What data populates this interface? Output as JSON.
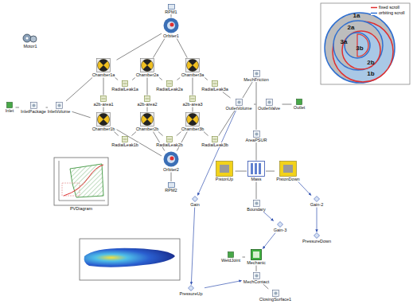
{
  "diagram": {
    "nodes": [
      {
        "text": [
          "Motor1"
        ]
      },
      {
        "text": [
          "RPM1"
        ]
      },
      {
        "text": [
          "Orbiter1"
        ]
      },
      {
        "text": [
          "Chamber1a"
        ]
      },
      {
        "text": [
          "Chamber2a"
        ]
      },
      {
        "text": [
          "Chamber3a"
        ]
      },
      {
        "text": [
          "RadialLeak1a"
        ]
      },
      {
        "text": [
          "RadialLeak2a"
        ]
      },
      {
        "text": [
          "RadialLeak3a"
        ]
      },
      {
        "text": [
          "a2b-area1"
        ]
      },
      {
        "text": [
          "a2b-area2"
        ]
      },
      {
        "text": [
          "a2b-area3"
        ]
      },
      {
        "text": [
          "Chamber1b"
        ]
      },
      {
        "text": [
          "Chamber2b"
        ]
      },
      {
        "text": [
          "Chamber3b"
        ]
      },
      {
        "text": [
          "RadialLeak1b"
        ]
      },
      {
        "text": [
          "RadialLeak2b"
        ]
      },
      {
        "text": [
          "RadialLeak3b"
        ]
      },
      {
        "text": [
          "Orbiter2"
        ]
      },
      {
        "text": [
          "RPM2"
        ]
      },
      {
        "text": [
          "Inlet"
        ]
      },
      {
        "text": [
          "InletPackage"
        ]
      },
      {
        "text": [
          "InletVolume"
        ]
      },
      {
        "text": [
          "OutletVolume"
        ]
      },
      {
        "text": [
          "OutletValve"
        ]
      },
      {
        "text": [
          "Outlet"
        ]
      },
      {
        "text": [
          "MechFriction"
        ]
      },
      {
        "text": [
          "AreaPSUR"
        ]
      },
      {
        "text": [
          "PistonUp"
        ]
      },
      {
        "text": [
          "Mass"
        ]
      },
      {
        "text": [
          "PistonDown"
        ]
      },
      {
        "text": [
          "Boundary"
        ]
      },
      {
        "text": [
          "Gain"
        ]
      },
      {
        "text": [
          "Gain-2"
        ]
      },
      {
        "text": [
          "Gain-3"
        ]
      },
      {
        "text": [
          "PressureDown"
        ]
      },
      {
        "text": [
          "WeldJoint"
        ]
      },
      {
        "text": [
          "Mechanic"
        ]
      },
      {
        "text": [
          "MechContact"
        ]
      },
      {
        "text": [
          "ClosingSurface1"
        ]
      },
      {
        "text": [
          "PressureUp"
        ]
      }
    ],
    "edges": [
      {
        "from": 1,
        "to": 2,
        "arrow": "none"
      },
      {
        "from": 2,
        "to": 3,
        "arrow": "none"
      },
      {
        "from": 2,
        "to": 4,
        "arrow": "none"
      },
      {
        "from": 2,
        "to": 5,
        "arrow": "none"
      },
      {
        "from": 18,
        "to": 12,
        "arrow": "none"
      },
      {
        "from": 18,
        "to": 13,
        "arrow": "none"
      },
      {
        "from": 18,
        "to": 14,
        "arrow": "none"
      },
      {
        "from": 18,
        "to": 19,
        "arrow": "none"
      },
      {
        "from": 20,
        "to": 21,
        "arrow": "none"
      },
      {
        "from": 21,
        "to": 22,
        "arrow": "none"
      },
      {
        "from": 22,
        "to": 3,
        "arrow": "none"
      },
      {
        "from": 22,
        "to": 12,
        "arrow": "none"
      },
      {
        "from": 3,
        "to": 6,
        "arrow": "none"
      },
      {
        "from": 6,
        "to": 4,
        "arrow": "none"
      },
      {
        "from": 4,
        "to": 7,
        "arrow": "none"
      },
      {
        "from": 7,
        "to": 5,
        "arrow": "none"
      },
      {
        "from": 5,
        "to": 8,
        "arrow": "none"
      },
      {
        "from": 8,
        "to": 23,
        "arrow": "none"
      },
      {
        "from": 12,
        "to": 15,
        "arrow": "none"
      },
      {
        "from": 15,
        "to": 13,
        "arrow": "none"
      },
      {
        "from": 13,
        "to": 16,
        "arrow": "none"
      },
      {
        "from": 16,
        "to": 14,
        "arrow": "none"
      },
      {
        "from": 14,
        "to": 17,
        "arrow": "none"
      },
      {
        "from": 17,
        "to": 23,
        "arrow": "none"
      },
      {
        "from": 3,
        "to": 9,
        "arrow": "none"
      },
      {
        "from": 9,
        "to": 12,
        "arrow": "none"
      },
      {
        "from": 4,
        "to": 10,
        "arrow": "none"
      },
      {
        "from": 10,
        "to": 13,
        "arrow": "none"
      },
      {
        "from": 5,
        "to": 11,
        "arrow": "none"
      },
      {
        "from": 11,
        "to": 14,
        "arrow": "none"
      },
      {
        "from": 23,
        "to": 24,
        "arrow": "none"
      },
      {
        "from": 24,
        "to": 25,
        "arrow": "none"
      },
      {
        "from": 23,
        "to": 26,
        "arrow": "none"
      },
      {
        "from": 26,
        "to": 27,
        "arrow": "none"
      },
      {
        "from": 27,
        "to": 29,
        "arrow": "none"
      },
      {
        "from": 28,
        "to": 29,
        "arrow": "none"
      },
      {
        "from": 29,
        "to": 30,
        "arrow": "none"
      },
      {
        "from": 29,
        "to": 31,
        "arrow": "none"
      },
      {
        "from": 23,
        "to": 32,
        "arrow": "to"
      },
      {
        "from": 32,
        "to": 40,
        "arrow": "to"
      },
      {
        "from": 40,
        "to": 38,
        "arrow": "to"
      },
      {
        "from": 30,
        "to": 33,
        "arrow": "to"
      },
      {
        "from": 33,
        "to": 35,
        "arrow": "to"
      },
      {
        "from": 31,
        "to": 34,
        "arrow": "to"
      },
      {
        "from": 34,
        "to": 37,
        "arrow": "to"
      },
      {
        "from": 36,
        "to": 37,
        "arrow": "none"
      },
      {
        "from": 37,
        "to": 38,
        "arrow": "none"
      },
      {
        "from": 38,
        "to": 39,
        "arrow": "none"
      }
    ],
    "labels": [
      "PVDiagram",
      "1a",
      "2a",
      "3a",
      "3b",
      "2b",
      "1b"
    ],
    "legend": [
      {
        "text": "fixed scroll",
        "color": "#e03030"
      },
      {
        "text": "orbiting scroll",
        "color": "#3070d0"
      }
    ]
  }
}
